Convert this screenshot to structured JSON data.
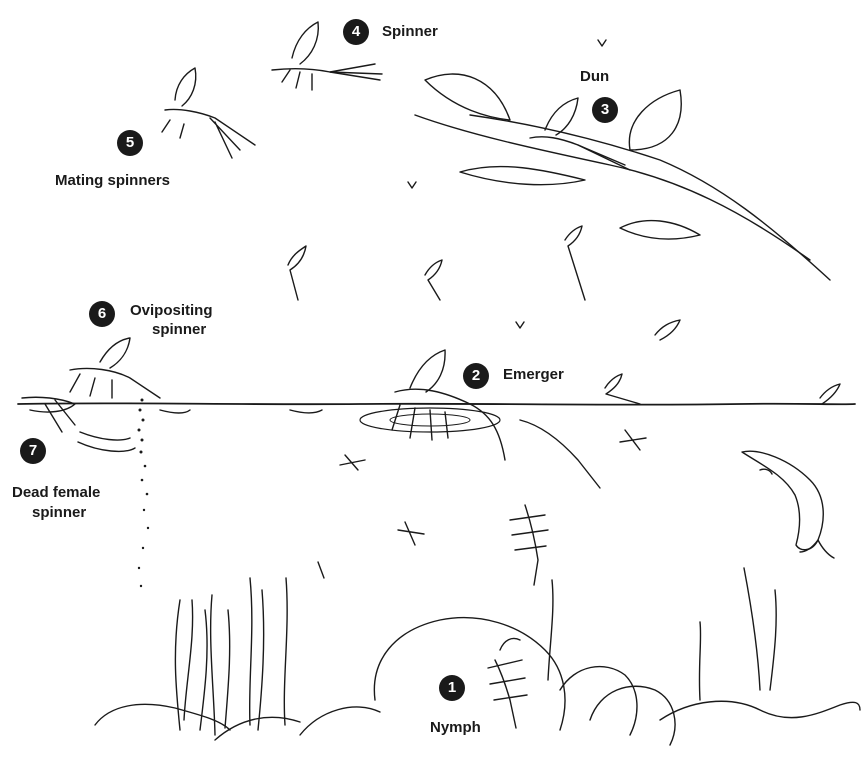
{
  "stages": [
    {
      "number": "1",
      "label": "Nymph"
    },
    {
      "number": "2",
      "label": "Emerger"
    },
    {
      "number": "3",
      "label": "Dun"
    },
    {
      "number": "4",
      "label": "Spinner"
    },
    {
      "number": "5",
      "label": "Mating spinners"
    },
    {
      "number": "6",
      "label_line1": "Ovipositing",
      "label_line2": "spinner"
    },
    {
      "number": "7",
      "label_line1": "Dead female",
      "label_line2": "spinner"
    }
  ]
}
